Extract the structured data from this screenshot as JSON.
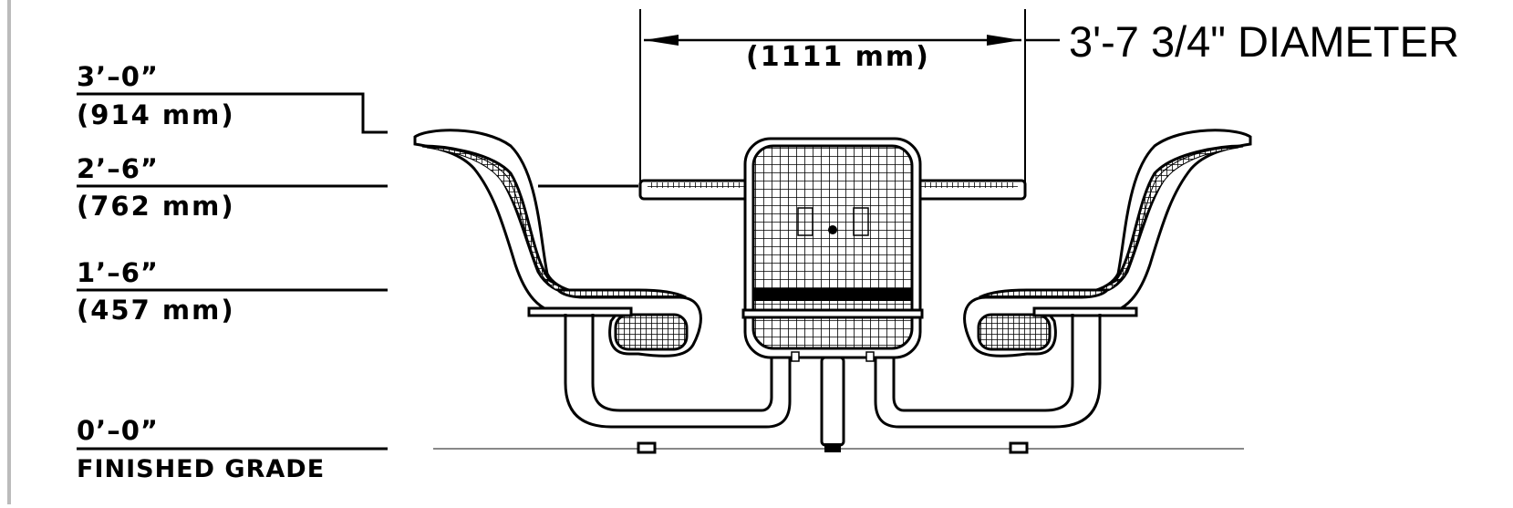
{
  "elevations": [
    {
      "imperial": "3’–0”",
      "metric": "(914 mm)"
    },
    {
      "imperial": "2’–6”",
      "metric": "(762 mm)"
    },
    {
      "imperial": "1’–6”",
      "metric": "(457 mm)"
    },
    {
      "imperial": "0’–0”",
      "metric": "FINISHED GRADE"
    }
  ],
  "diameter": {
    "imperial": "3'-7 3/4\" DIAMETER",
    "metric": "(1111 mm)"
  }
}
